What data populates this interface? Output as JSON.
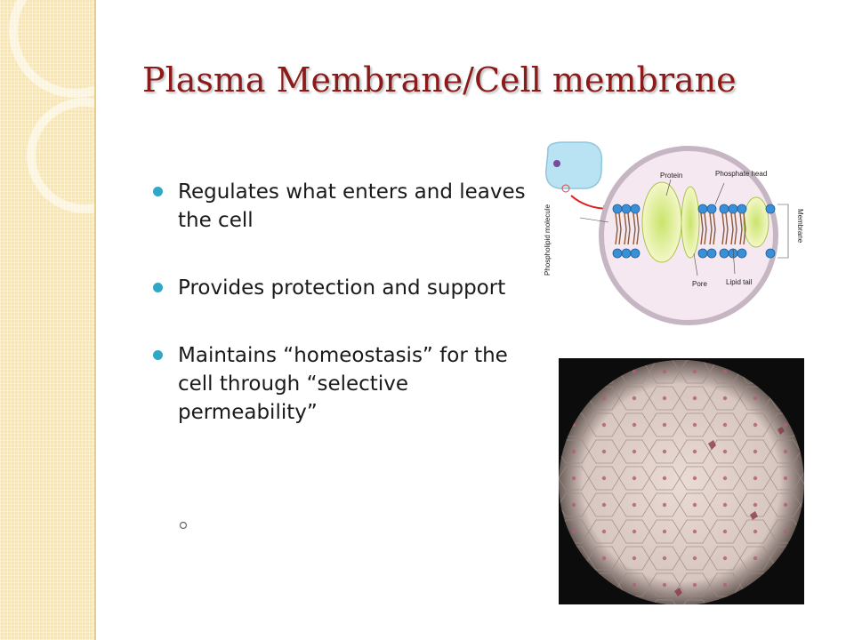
{
  "slide": {
    "title": "Plasma Membrane/Cell membrane",
    "bullets": [
      "Regulates what enters and leaves the cell",
      "Provides protection and support",
      "Maintains “homeostasis” for the cell through “selective permeability”"
    ],
    "sub_bullet_icon": "hollow-circle-icon"
  },
  "diagram": {
    "labels": {
      "protein": "Protein",
      "phosphate_head": "Phosphate head",
      "phospholipid_molecule": "Phospholipid molecule",
      "pore": "Pore",
      "lipid_tail": "Lipid tail",
      "membrane": "Membrane"
    }
  },
  "colors": {
    "title": "#8b1a1a",
    "bullet": "#2fa8c8",
    "side_band": "#f7e6b4"
  }
}
